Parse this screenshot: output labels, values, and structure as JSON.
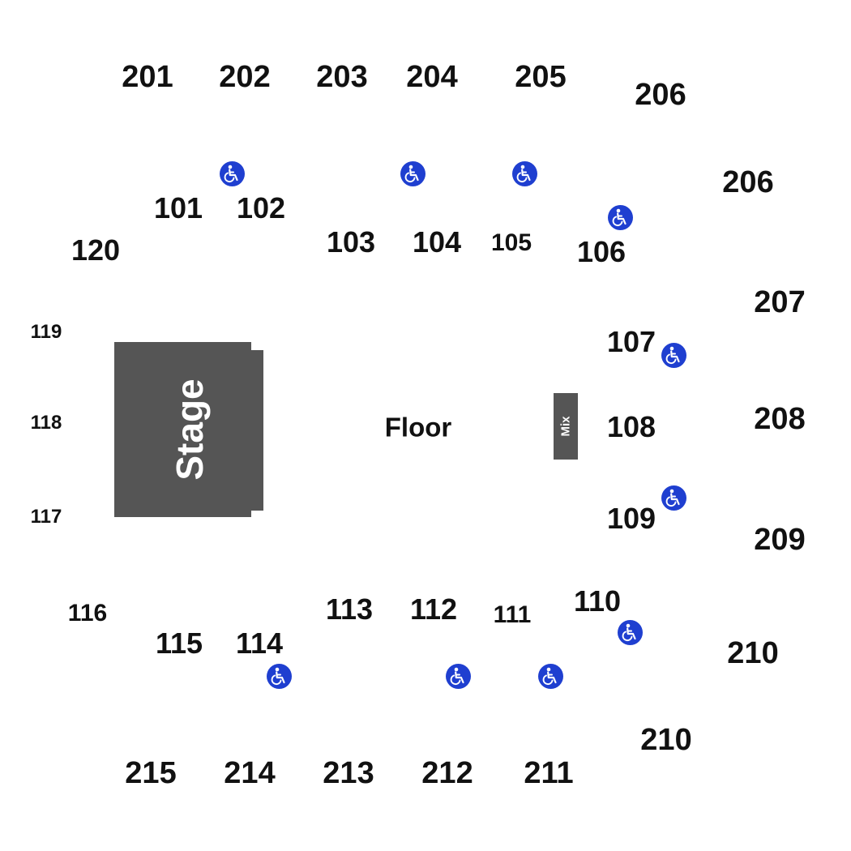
{
  "colors": {
    "background": "#ffffff",
    "stage": "#555555",
    "text": "#111111",
    "accessible": "#1f3fd0"
  },
  "stage": {
    "label": "Stage"
  },
  "floor": {
    "label": "Floor"
  },
  "mix": {
    "label": "Mix"
  },
  "sections": {
    "s201": "201",
    "s202": "202",
    "s203": "203",
    "s204": "204",
    "s205": "205",
    "s206a": "206",
    "s206b": "206",
    "s207": "207",
    "s208": "208",
    "s209": "209",
    "s210a": "210",
    "s210b": "210",
    "s211": "211",
    "s212": "212",
    "s213": "213",
    "s214": "214",
    "s215": "215",
    "s101": "101",
    "s102": "102",
    "s103": "103",
    "s104": "104",
    "s105": "105",
    "s106": "106",
    "s107": "107",
    "s108": "108",
    "s109": "109",
    "s110": "110",
    "s111": "111",
    "s112": "112",
    "s113": "113",
    "s114": "114",
    "s115": "115",
    "s116": "116",
    "s117": "117",
    "s118": "118",
    "s119": "119",
    "s120": "120"
  },
  "accessible_icon": "wheelchair-icon"
}
